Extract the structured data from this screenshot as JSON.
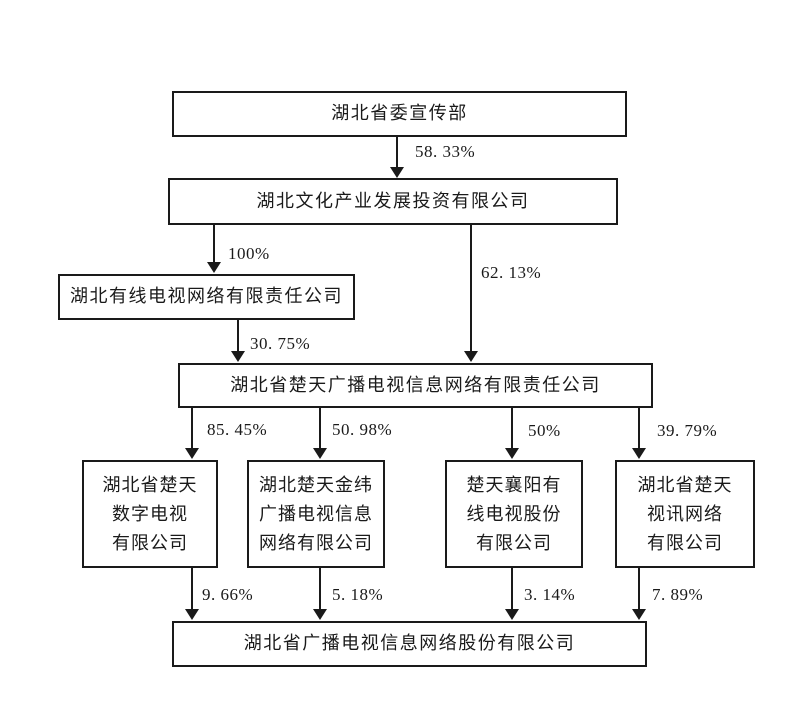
{
  "diagram": {
    "kind": "corporate-ownership-org-chart",
    "icons": {
      "connector_arrow": "arrow-down-icon"
    },
    "nodes": {
      "hubei_propaganda_dept": {
        "label": "湖北省委宣传部"
      },
      "hubei_culture_investment": {
        "label": "湖北文化产业发展投资有限公司"
      },
      "hubei_cable_tv": {
        "label": "湖北有线电视网络有限责任公司"
      },
      "chutian_info_network": {
        "label": "湖北省楚天广播电视信息网络有限责任公司"
      },
      "chutian_digital_tv": {
        "line1": "湖北省楚天",
        "line2": "数字电视",
        "line3": "有限公司"
      },
      "chutian_jinwei": {
        "line1": "湖北楚天金纬",
        "line2": "广播电视信息",
        "line3": "网络有限公司"
      },
      "chutian_xiangyang": {
        "line1": "楚天襄阳有",
        "line2": "线电视股份",
        "line3": "有限公司"
      },
      "chutian_shixun": {
        "line1": "湖北省楚天",
        "line2": "视讯网络",
        "line3": "有限公司"
      },
      "hubei_broadcast_shares": {
        "label": "湖北省广播电视信息网络股份有限公司"
      }
    },
    "edges": {
      "dept_to_culture": {
        "from": "湖北省委宣传部",
        "to": "湖北文化产业发展投资有限公司",
        "percent": "58. 33%"
      },
      "culture_to_cable": {
        "from": "湖北文化产业发展投资有限公司",
        "to": "湖北有线电视网络有限责任公司",
        "percent": "100%"
      },
      "culture_to_chutian": {
        "from": "湖北文化产业发展投资有限公司",
        "to": "湖北省楚天广播电视信息网络有限责任公司",
        "percent": "62. 13%"
      },
      "cable_to_chutian": {
        "from": "湖北有线电视网络有限责任公司",
        "to": "湖北省楚天广播电视信息网络有限责任公司",
        "percent": "30. 75%"
      },
      "chutian_to_digital": {
        "from": "湖北省楚天广播电视信息网络有限责任公司",
        "to": "湖北省楚天数字电视有限公司",
        "percent": "85. 45%"
      },
      "chutian_to_jinwei": {
        "from": "湖北省楚天广播电视信息网络有限责任公司",
        "to": "湖北楚天金纬广播电视信息网络有限公司",
        "percent": "50. 98%"
      },
      "chutian_to_xiangyang": {
        "from": "湖北省楚天广播电视信息网络有限责任公司",
        "to": "楚天襄阳有线电视股份有限公司",
        "percent": "50%"
      },
      "chutian_to_shixun": {
        "from": "湖北省楚天广播电视信息网络有限责任公司",
        "to": "湖北省楚天视讯网络有限公司",
        "percent": "39. 79%"
      },
      "digital_to_listed": {
        "from": "湖北省楚天数字电视有限公司",
        "to": "湖北省广播电视信息网络股份有限公司",
        "percent": "9. 66%"
      },
      "jinwei_to_listed": {
        "from": "湖北楚天金纬广播电视信息网络有限公司",
        "to": "湖北省广播电视信息网络股份有限公司",
        "percent": "5. 18%"
      },
      "xiangyang_to_listed": {
        "from": "楚天襄阳有线电视股份有限公司",
        "to": "湖北省广播电视信息网络股份有限公司",
        "percent": "3. 14%"
      },
      "shixun_to_listed": {
        "from": "湖北省楚天视讯网络有限公司",
        "to": "湖北省广播电视信息网络股份有限公司",
        "percent": "7. 89%"
      }
    },
    "colors": {
      "background": "#ffffff",
      "line": "#1a1a1a",
      "text": "#1a1a1a"
    }
  }
}
